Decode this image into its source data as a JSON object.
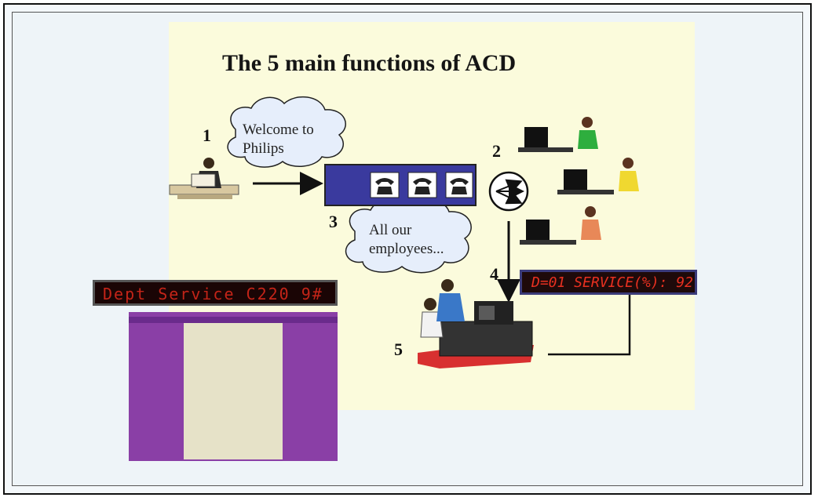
{
  "title": "The 5 main functions of ACD",
  "steps": {
    "s1": "1",
    "s2": "2",
    "s3": "3",
    "s4": "4",
    "s5": "5"
  },
  "clouds": {
    "welcome_line1": "Welcome to",
    "welcome_line2": "Philips",
    "employees_line1": "All our",
    "employees_line2": "employees..."
  },
  "displays": {
    "red_ticker": "Dept Service C220 9#",
    "service_display": "D=01 SERVICE(%): 92"
  },
  "colors": {
    "slide_bg": "#fbfbdc",
    "queue_bar": "#3a3a9e",
    "led_text": "#e83020",
    "screen_bg": "#8a3fa6"
  },
  "icons": [
    "caller-icon",
    "phone-icon",
    "distributor-icon",
    "agent-icon",
    "supervisor-workstation-icon"
  ]
}
